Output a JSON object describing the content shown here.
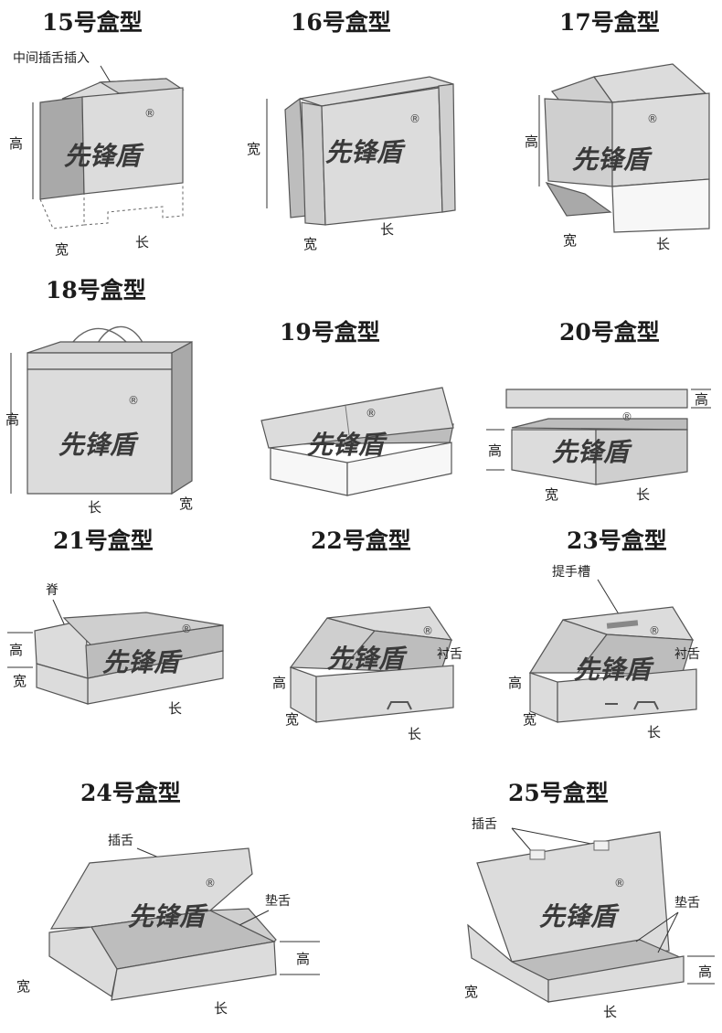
{
  "panels": [
    {
      "title": "15号盒型",
      "labels": {
        "note": "中间插舌插入",
        "height": "高",
        "width": "宽",
        "length": "长"
      }
    },
    {
      "title": "16号盒型",
      "labels": {
        "width": "宽",
        "width2": "宽",
        "length": "长"
      }
    },
    {
      "title": "17号盒型",
      "labels": {
        "height": "高",
        "width": "宽",
        "length": "长"
      }
    },
    {
      "title": "18号盒型",
      "labels": {
        "height": "高",
        "length": "长",
        "width": "宽"
      }
    },
    {
      "title": "19号盒型",
      "labels": {}
    },
    {
      "title": "20号盒型",
      "labels": {
        "lid_height": "高",
        "height": "高",
        "width": "宽",
        "length": "长"
      }
    },
    {
      "title": "21号盒型",
      "labels": {
        "spine": "脊",
        "height": "高",
        "width": "宽",
        "length": "长"
      }
    },
    {
      "title": "22号盒型",
      "labels": {
        "lining": "衬舌",
        "height": "高",
        "width": "宽",
        "length": "长"
      }
    },
    {
      "title": "23号盒型",
      "labels": {
        "handle": "提手槽",
        "lining": "衬舌",
        "height": "高",
        "width": "宽",
        "length": "长"
      }
    },
    {
      "title": "24号盒型",
      "labels": {
        "tuck": "插舌",
        "pad": "垫舌",
        "height": "高",
        "width": "宽",
        "length": "长"
      }
    },
    {
      "title": "25号盒型",
      "labels": {
        "tuck": "插舌",
        "pad": "垫舌",
        "height": "高",
        "width": "宽",
        "length": "长"
      }
    }
  ],
  "watermark": "先锋盾",
  "registered": "®",
  "colors": {
    "ink": "#1c1c1c",
    "face_light": "#dcdcdc",
    "face_mid": "#bdbdbd",
    "face_dark": "#a9a9a9"
  }
}
